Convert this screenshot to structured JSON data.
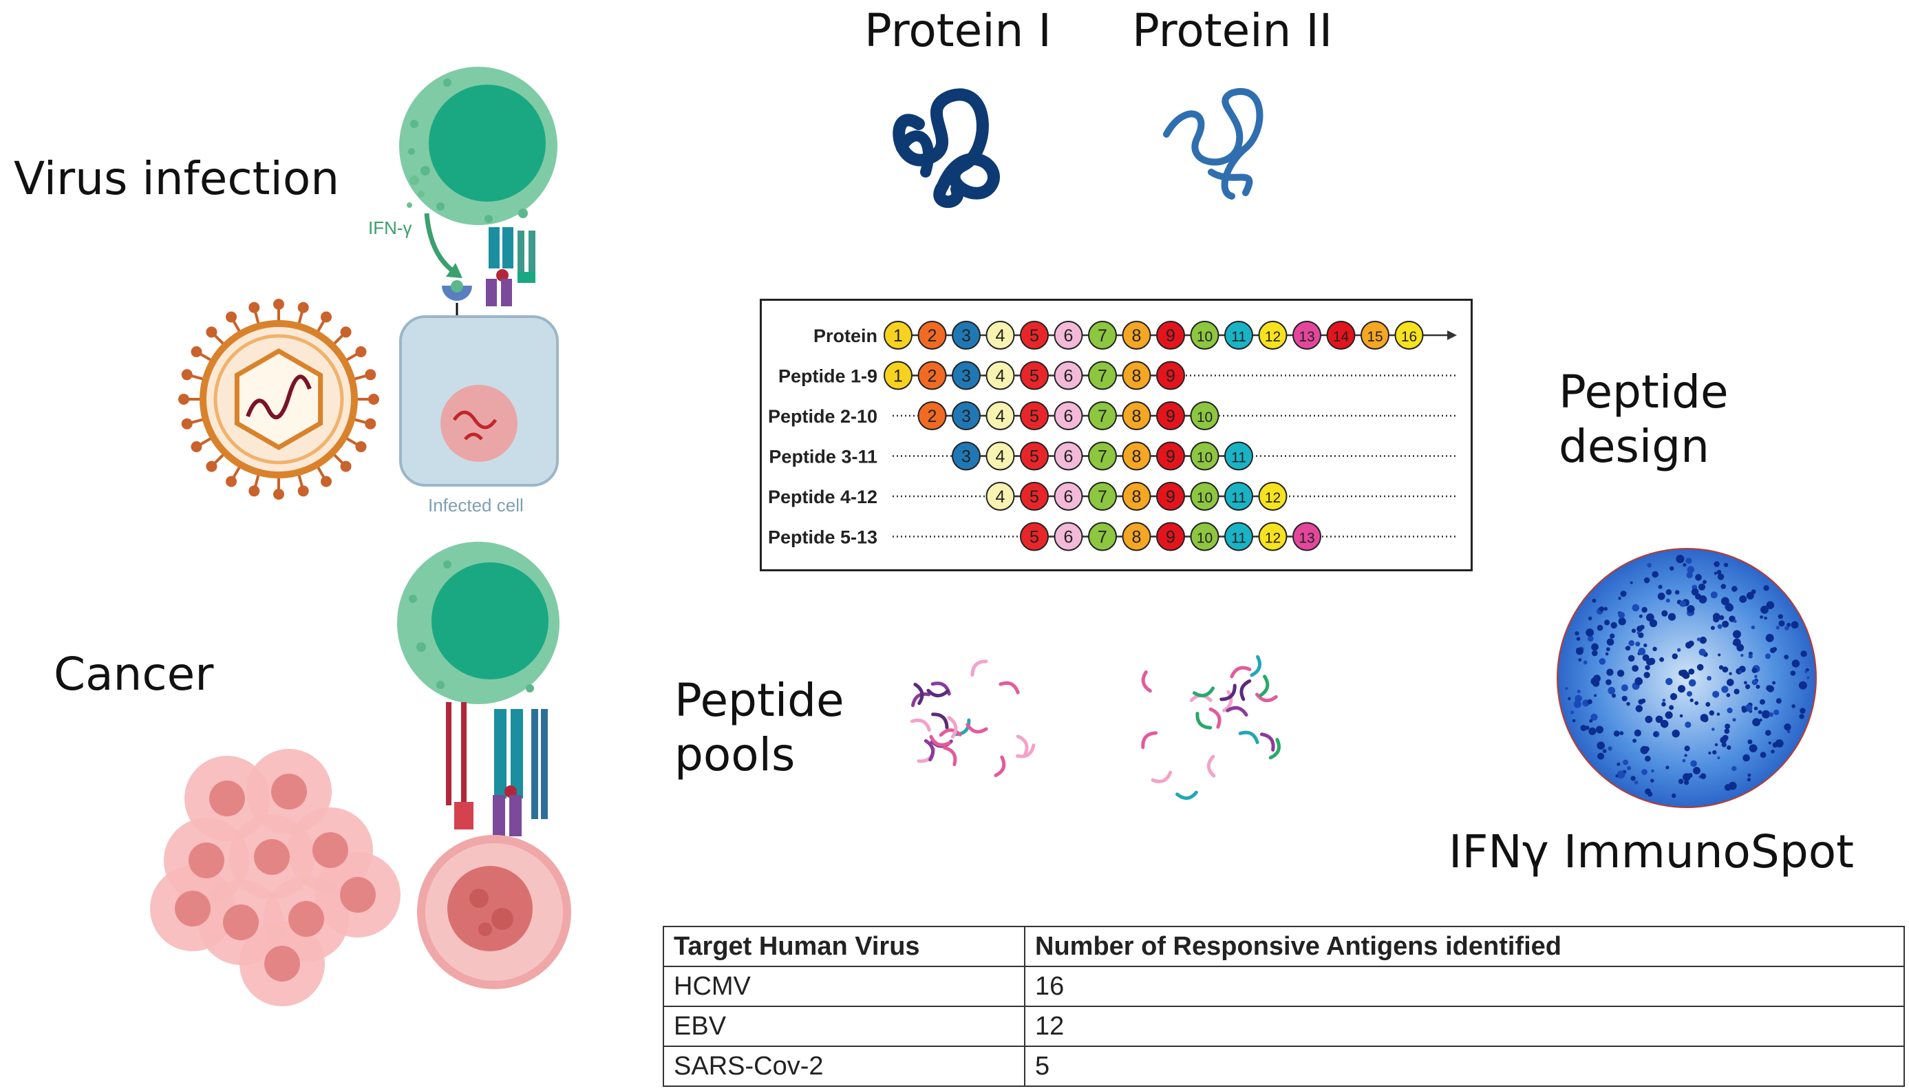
{
  "labels": {
    "virus_infection": "Virus infection",
    "cancer": "Cancer",
    "protein_1": "Protein I",
    "protein_2": "Protein II",
    "peptide_design": "Peptide design",
    "peptide_pools": "Peptide pools",
    "immunospot": "IFNγ ImmunoSpot",
    "ifn_gamma_small": "IFN-γ",
    "infected_cell": "Infected cell"
  },
  "peptide_scheme": {
    "rows": [
      {
        "label": "Protein",
        "start": 1,
        "end": 16,
        "arrow": true
      },
      {
        "label": "Peptide 1-9",
        "start": 1,
        "end": 9
      },
      {
        "label": "Peptide 2-10",
        "start": 2,
        "end": 10
      },
      {
        "label": "Peptide 3-11",
        "start": 3,
        "end": 11
      },
      {
        "label": "Peptide 4-12",
        "start": 4,
        "end": 12
      },
      {
        "label": "Peptide 5-13",
        "start": 5,
        "end": 13
      }
    ],
    "residue_colors": [
      "#f7d21e",
      "#f06a24",
      "#1f78b4",
      "#f7f3b0",
      "#e8262a",
      "#f2b9d8",
      "#8dc63f",
      "#f5a623",
      "#e3141c",
      "#8dc63f",
      "#19b3c6",
      "#f7e21e",
      "#e3479b",
      "#e3141c",
      "#f5a623",
      "#f7e21e"
    ]
  },
  "table": {
    "headers": [
      "Target Human Virus",
      "Number of Responsive Antigens identified"
    ],
    "rows": [
      [
        "HCMV",
        "16"
      ],
      [
        "EBV",
        "12"
      ],
      [
        "SARS-Cov-2",
        "5"
      ]
    ]
  }
}
